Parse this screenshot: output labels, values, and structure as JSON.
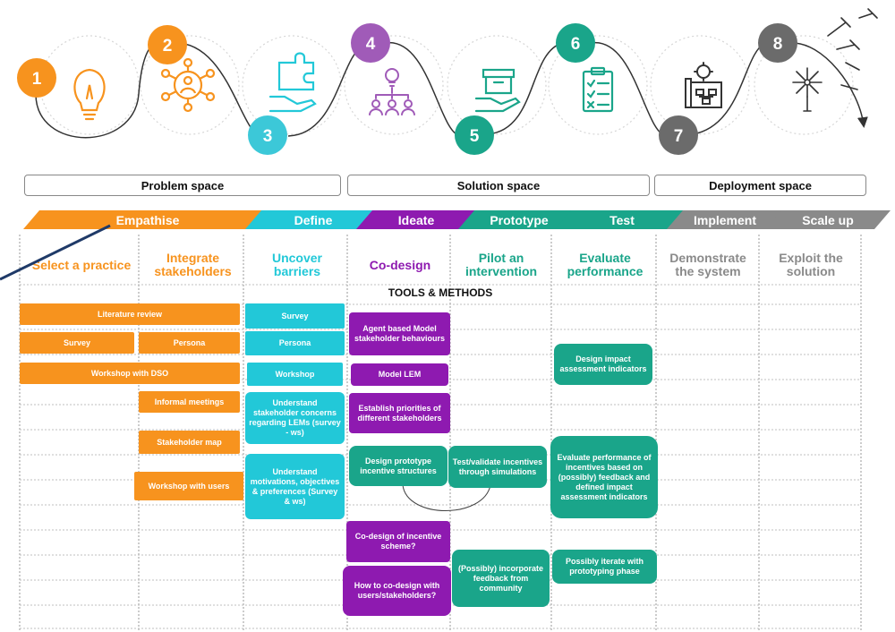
{
  "colors": {
    "orange": "#f7931e",
    "cyan": "#22c8d8",
    "purple": "#8e1ab0",
    "green": "#1aa58a",
    "grey": "#8a8a8a",
    "navy": "#1f3a68"
  },
  "steps": [
    {
      "number": "1",
      "icon": "lightbulb-icon"
    },
    {
      "number": "2",
      "icon": "stakeholder-network-icon"
    },
    {
      "number": "3",
      "icon": "puzzle-hand-icon"
    },
    {
      "number": "4",
      "icon": "team-idea-icon"
    },
    {
      "number": "5",
      "icon": "box-hand-icon"
    },
    {
      "number": "6",
      "icon": "checklist-icon"
    },
    {
      "number": "7",
      "icon": "blueprint-gear-icon"
    },
    {
      "number": "8",
      "icon": "dandelion-icon"
    }
  ],
  "spaces": [
    {
      "label": "Problem space"
    },
    {
      "label": "Solution space"
    },
    {
      "label": "Deployment space"
    }
  ],
  "phases": [
    {
      "label": "Empathise"
    },
    {
      "label": "Define"
    },
    {
      "label": "Ideate"
    },
    {
      "label": "Prototype"
    },
    {
      "label": "Test"
    },
    {
      "label": "Implement"
    },
    {
      "label": "Scale up"
    }
  ],
  "step_titles": [
    {
      "label": "Select a practice"
    },
    {
      "label": "Integrate stakeholders"
    },
    {
      "label": "Uncover barriers"
    },
    {
      "label": "Co-design"
    },
    {
      "label": "Pilot an intervention"
    },
    {
      "label": "Evaluate performance"
    },
    {
      "label": "Demonstrate the system"
    },
    {
      "label": "Exploit the solution"
    }
  ],
  "tools_title": "TOOLS & METHODS",
  "tools": {
    "literature_review": "Literature review",
    "survey_1": "Survey",
    "persona_1": "Persona",
    "workshop_dso": "Workshop with DSO",
    "informal_meetings": "Informal meetings",
    "stakeholder_map": "Stakeholder map",
    "workshop_users": "Workshop with users",
    "survey_2": "Survey",
    "persona_2": "Persona",
    "workshop": "Workshop",
    "stakeholder_concerns": "Understand stakeholder concerns regarding LEMs (survey - ws)",
    "motivations": "Understand motivations, objectives & preferences (Survey & ws)",
    "agent_based": "Agent based Model stakeholder behaviours",
    "model_lem": "Model LEM",
    "priorities": "Establish priorities of different stakeholders",
    "prototype_incentives": "Design prototype incentive structures",
    "codesign_scheme": "Co-design of incentive scheme?",
    "codesign_how": "How to co-design with users/stakeholders?",
    "test_validate": "Test/validate incentives through simulations",
    "incorporate_feedback": "(Possibly) incorporate feedback from community",
    "impact_indicators": "Design impact assessment indicators",
    "evaluate_incentives": "Evaluate performance of incentives based on (possibly) feedback and defined impact assessment  indicators",
    "iterate": "Possibly iterate with prototyping phase"
  }
}
